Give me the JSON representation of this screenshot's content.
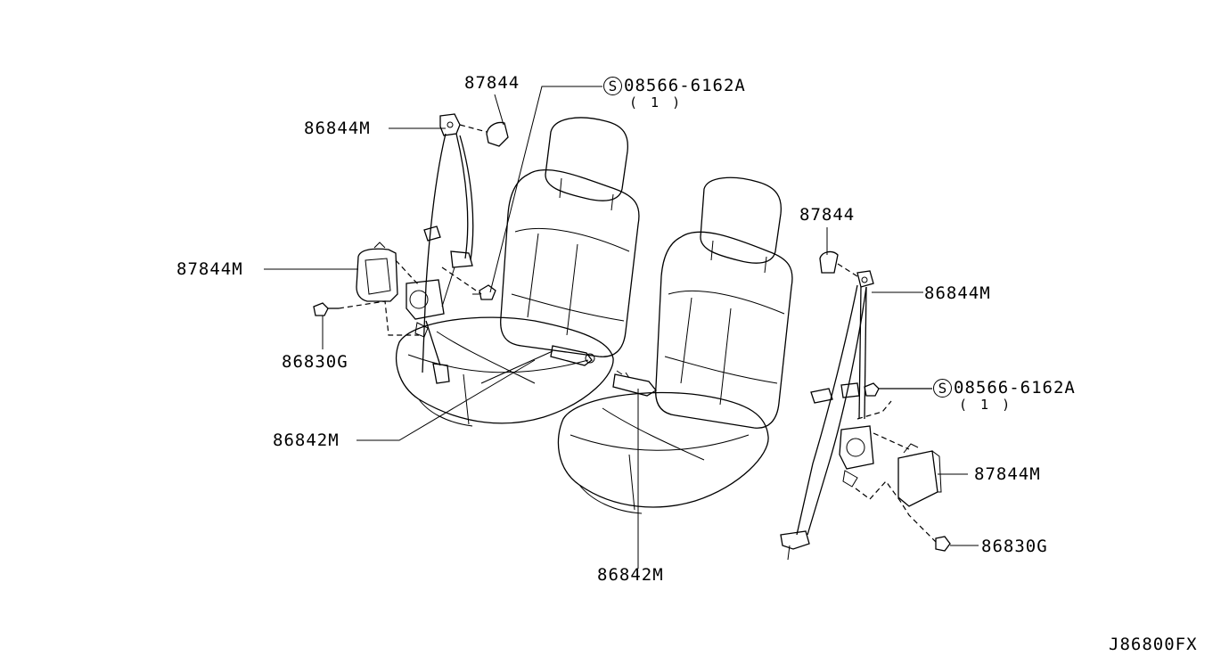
{
  "labels": {
    "l_87844_top": "87844",
    "l_86844M_left": "86844M",
    "l_87844M_left": "87844M",
    "l_86830G_left": "86830G",
    "l_86842M_left": "86842M",
    "l_86842M_center": "86842M",
    "l_87844_right": "87844",
    "l_86844M_right": "86844M",
    "l_87844M_right": "87844M",
    "l_86830G_right": "86830G"
  },
  "screw_top": {
    "symbol": "S",
    "part": "08566-6162A",
    "qty": "( 1 )"
  },
  "screw_right": {
    "symbol": "S",
    "part": "08566-6162A",
    "qty": "( 1 )"
  },
  "figure_code": "J86800FX"
}
